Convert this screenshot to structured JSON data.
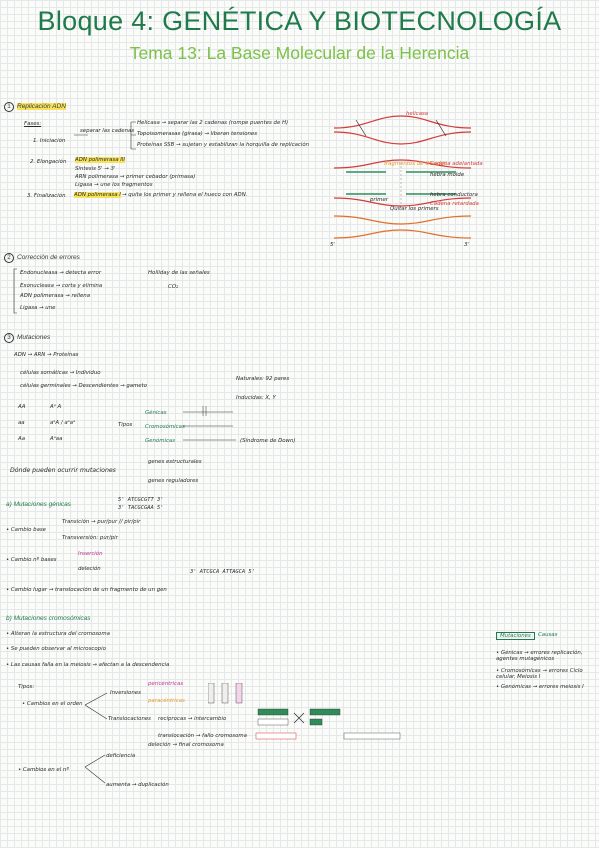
{
  "header": {
    "title": "Bloque 4: GENÉTICA Y BIOTECNOLOGÍA",
    "subtitle": "Tema 13: La Base Molecular de la Herencia"
  },
  "s1": {
    "num": "1",
    "heading": "Replicación ADN",
    "fases": "Fases:",
    "iniciacion": "1. Iniciación",
    "separar": "separar las cadenas",
    "helicasa": "Helicasa → separar las 2 cadenas (rompe puentes de H)",
    "topo": "Topoisomerasas (girasa) → liberan tensiones",
    "ssb": "Proteínas SSB → sujetan y estabilizan la horquilla de replicación",
    "elongacion": "2. Elongación",
    "pol3": "ADN polimerasa III",
    "sintesis": "Síntesis 5' → 3'",
    "primasa": "ARN polimerasa → primer cebador (primasa)",
    "ligasa": "Ligasa → une los fragmentos",
    "finalizacion": "3. Finalización",
    "pol1": "ADN polimerasa I",
    "quita": "→ quita los primer y rellena el hueco con ADN.",
    "diag": {
      "helicasa": "helicasa",
      "fragmentos": "fragmentos de Okazaki",
      "adelantada": "Cadena adelantada",
      "lider": "hebra molde",
      "hebra": "hebra conductora",
      "retardada": "Cadena retardada",
      "primer": "primer",
      "quitar": "Quitar los primers",
      "p5": "5'",
      "p3": "3'"
    }
  },
  "s2": {
    "num": "2",
    "heading": "Corrección de errores",
    "endo": "Endonucleasa → detecta error",
    "exo": "Exonucleasa → corta y elimina",
    "pol": "ADN polimerasa → rellena",
    "lig": "Ligasa → une",
    "holl": "Holliday de las señales",
    "co2": "CO₂"
  },
  "s3": {
    "num": "3",
    "heading": "Mutaciones",
    "flow": "ADN → ARN → Proteínas",
    "somaticas": "células somáticas → Individuo",
    "germinales": "células germinales → Descendientes → gameto",
    "naturales": "Naturales: 92 pares",
    "inducidas": "Inducidas: X, Y",
    "aa": "AA",
    "a1": "Aᵃ A",
    "aa2": "aa",
    "a2": "aᵃA / aᵃaᵃ",
    "aa3": "Aa",
    "a3": "Aᵃaa",
    "tipos": "Tipos",
    "genica": "Génicas",
    "cromosomica": "Cromosómicas",
    "genomica": "Genómicas",
    "down": "(Síndrome de Down)",
    "donde": "Dónde pueden ocurrir mutaciones",
    "estructurales": "genes estructurales",
    "reguladores": "genes reguladores"
  },
  "s4": {
    "heading": "a) Mutaciones génicas",
    "cambio": "• Cambio base",
    "transicion": "Transición → pur/pur // pir/pir",
    "transversion": "Transversión: pur/pir",
    "cambio_n": "• Cambio nº bases",
    "insercion": "Inserción",
    "delecion": "deleción",
    "seq": "5' ATCGCGTT 3'",
    "seq2": "3' TACGCGAA 5'",
    "seq3": "3' ATCGCA ATTAGCA 5'",
    "cambio_lugar": "• Cambio lugar → translocación de un fragmento de un gen"
  },
  "s5": {
    "heading": "b) Mutaciones cromosómicas",
    "altera": "• Alteran la estructura del cromosoma",
    "observar": "• Se pueden observar al microscopio",
    "causas": "• Las causas falla en la meiosis → afectan a la descendencia",
    "tipos": "Tipos:",
    "orden": "• Cambios en el orden",
    "inversiones": "Inversiones",
    "pericentricas": "pericéntricas",
    "paracentricas": "paracéntricas",
    "translocaciones": "Translocaciones",
    "reciproca": "recíprocas → intercambio",
    "no_reciproca": "translocación → fallo cromosoma",
    "numero": "• Cambios en el nº",
    "delecion": "deficiencia",
    "delec2": "deleción → final cromosoma",
    "duplicacion": "aumenta → duplicación",
    "mol_box": "Mutaciones",
    "causas_box": "Causas",
    "genicas": "• Génicas → errores replicación, agentes mutagénicos",
    "cromos": "• Cromosómicas → errores Ciclo celular, Meiosis I",
    "genomicas": "• Genómicas → errores meiosis I"
  }
}
